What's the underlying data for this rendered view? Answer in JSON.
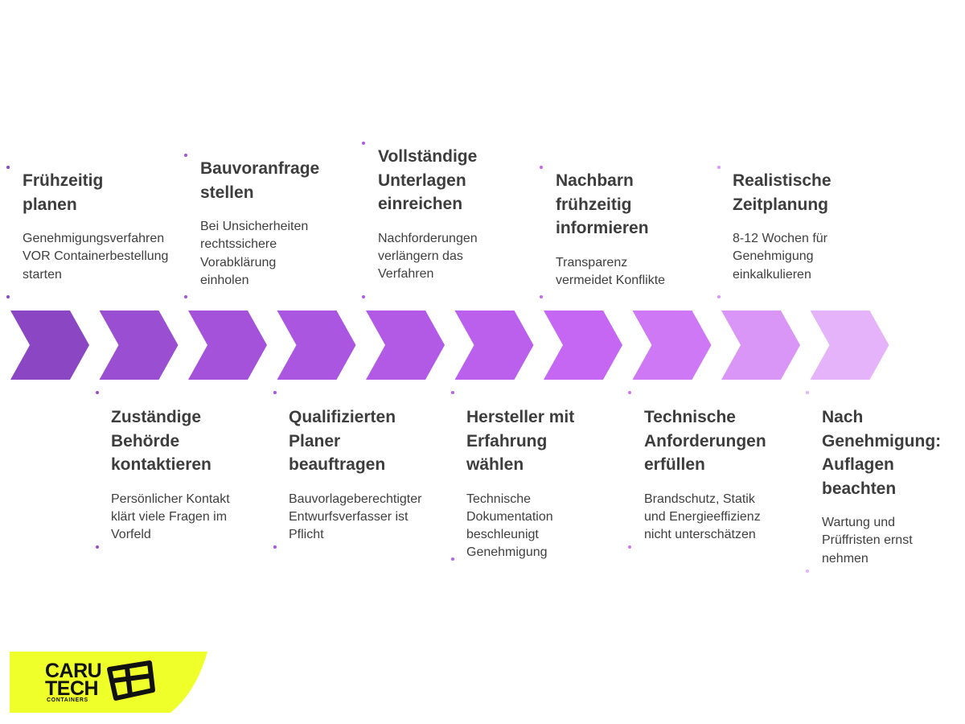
{
  "steps": [
    {
      "title": "Frühzeitig\nplanen",
      "desc": "Genehmigungsverfahren\nVOR Containerbestellung\nstarten",
      "color": "#8b46c4"
    },
    {
      "title": "Zuständige\nBehörde\nkontaktieren",
      "desc": "Persönlicher Kontakt\nklärt viele Fragen im\nVorfeld",
      "color": "#9a4fd2"
    },
    {
      "title": "Bauvoranfrage\nstellen",
      "desc": "Bei Unsicherheiten\nrechtssichere\nVorabklärung\neinholen",
      "color": "#a452d9"
    },
    {
      "title": "Qualifizierten\nPlaner\nbeauftragen",
      "desc": "Bauvorlageberechtigter\nEntwurfsverfasser ist\nPflicht",
      "color": "#ab56e0"
    },
    {
      "title": "Vollständige\nUnterlagen\neinreichen",
      "desc": "Nachforderungen\nverlängern das\nVerfahren",
      "color": "#b25ae6"
    },
    {
      "title": "Hersteller mit\nErfahrung\nwählen",
      "desc": "Technische\nDokumentation\nbeschleunigt\nGenehmigung",
      "color": "#bb60ec"
    },
    {
      "title": "Nachbarn\nfrühzeitig\ninformieren",
      "desc": "Transparenz\nvermeidet Konflikte",
      "color": "#c567f2"
    },
    {
      "title": "Technische\nAnforderungen\nerfüllen",
      "desc": "Brandschutz, Statik\nund Energieeffizienz\nnicht unterschätzen",
      "color": "#ce78f5"
    },
    {
      "title": "Realistische\nZeitplanung",
      "desc": "8-12 Wochen für\nGenehmigung\neinkalkulieren",
      "color": "#d996f7"
    },
    {
      "title": "Nach\nGenehmigung:\nAuflagen\nbeachten",
      "desc": "Wartung und\nPrüffristen ernst\nnehmen",
      "color": "#e4b3f9"
    }
  ],
  "logo": {
    "line1": "CARU",
    "line2": "TECH",
    "line3": "CONTAINERS",
    "background_color": "#eeff2a"
  }
}
